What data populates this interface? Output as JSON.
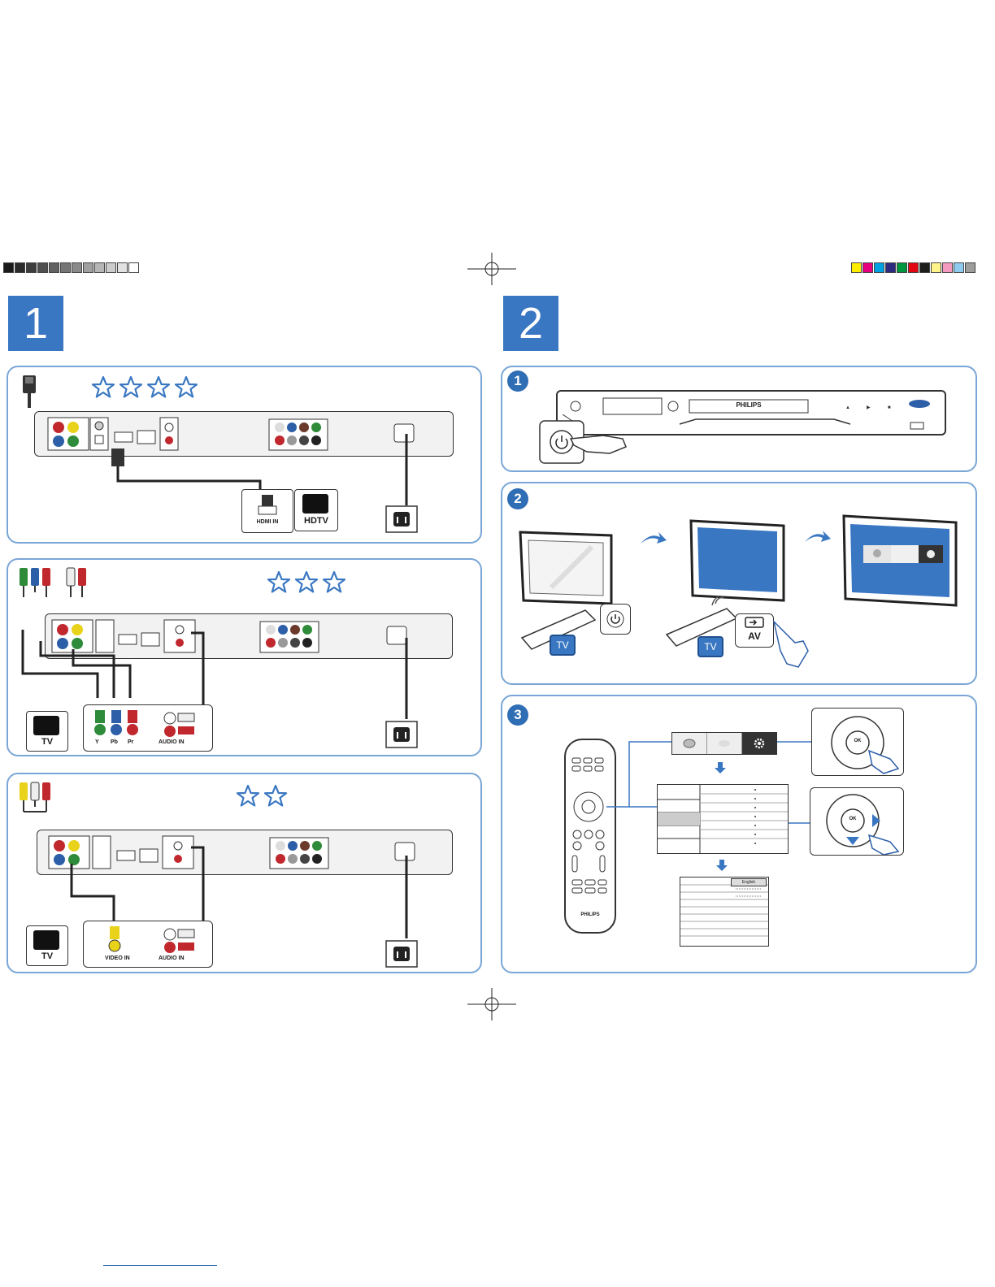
{
  "steps": {
    "step1": "1",
    "step2": "2"
  },
  "panel1": {
    "hdmi": {
      "stars": 4,
      "port_label": "HDMI IN",
      "tv_label": "HDTV"
    },
    "component": {
      "stars": 3,
      "tv_label": "TV",
      "y_label": "Y",
      "pb_label": "Pb",
      "pr_label": "Pr",
      "audio_label": "AUDIO IN"
    },
    "composite": {
      "stars": 2,
      "tv_label": "TV",
      "video_label": "VIDEO IN",
      "audio_label": "AUDIO IN"
    }
  },
  "panel2": {
    "sub1": {
      "num": "1",
      "brand": "PHILIPS"
    },
    "sub2": {
      "num": "2",
      "tv_badge": "TV",
      "tv_badge_2": "TV",
      "av_label": "AV"
    },
    "sub3": {
      "num": "3",
      "remote_brand": "PHILIPS",
      "ok_label": "OK",
      "ok_label_2": "OK",
      "language": "English"
    }
  },
  "colors": {
    "accent": "#3a77c2",
    "panel_border": "#7aa6d6",
    "cable_green": "#2e8b3a",
    "cable_blue": "#2d5fa8",
    "cable_red": "#c0282d",
    "cable_yellow": "#e8d21a"
  },
  "calibration": {
    "grays": [
      "#1a1a1a",
      "#2b2b2b",
      "#3d3d3d",
      "#4f4f4f",
      "#616161",
      "#757575",
      "#8a8a8a",
      "#a0a0a0",
      "#b6b6b6",
      "#cccccc",
      "#e2e2e2",
      "#ffffff"
    ],
    "colors": [
      "#ffed00",
      "#e6007e",
      "#00a0e3",
      "#2b2a7e",
      "#009640",
      "#e30613",
      "#1d1d1b",
      "#fff38a",
      "#f49ac1",
      "#8fcbef",
      "#9d9d9c"
    ]
  },
  "icons": [
    "star-icon",
    "power-icon",
    "hand-icon",
    "hdmi-plug-icon",
    "rca-plug-icon",
    "power-outlet-icon",
    "remote-icon",
    "gear-icon",
    "disc-icon",
    "input-icon",
    "arrow-down-icon",
    "arrow-right-icon",
    "bluray-logo-icon"
  ]
}
